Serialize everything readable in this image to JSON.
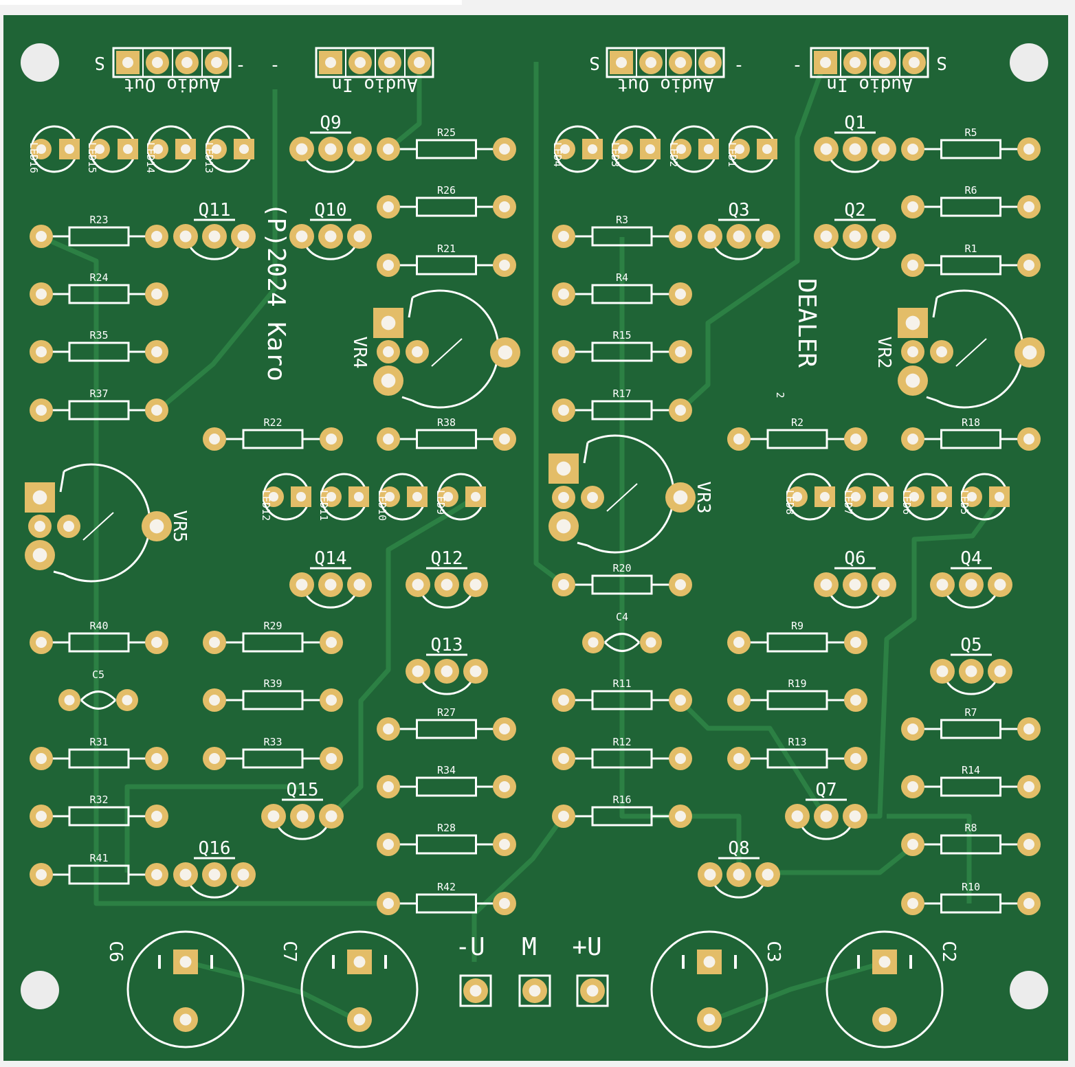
{
  "board": {
    "colors": {
      "board": "#1f6436",
      "trace": "#2c8044",
      "pad": "#e3bd68",
      "drill": "#f6f2ea",
      "silk": "#ffffff",
      "hole": "#ececec"
    },
    "credit": "(P)2024 Karo",
    "product": "DEALER",
    "product_sub": "2",
    "power": {
      "minus": "-U",
      "mid": "M",
      "plus": "+U"
    }
  },
  "connectors": [
    {
      "id": "j-audio-out-left",
      "title": "Audio Out",
      "s": "S",
      "minus": "-"
    },
    {
      "id": "j-audio-in-left",
      "title": "Audio In",
      "s": "",
      "minus": "-"
    },
    {
      "id": "j-audio-out-right",
      "title": "Audio Out",
      "s": "S",
      "minus": "-"
    },
    {
      "id": "j-audio-in-right",
      "title": "Audio In",
      "s": "S",
      "minus": "-"
    }
  ],
  "resistors": [
    "R1",
    "R2",
    "R3",
    "R4",
    "R5",
    "R6",
    "R7",
    "R8",
    "R9",
    "R10",
    "R11",
    "R12",
    "R13",
    "R14",
    "R15",
    "R16",
    "R17",
    "R18",
    "R19",
    "R20",
    "R21",
    "R22",
    "R23",
    "R24",
    "R25",
    "R26",
    "R27",
    "R28",
    "R29",
    "R31",
    "R32",
    "R33",
    "R34",
    "R35",
    "R37",
    "R38",
    "R39",
    "R40",
    "R41",
    "R42"
  ],
  "transistors": [
    "Q1",
    "Q2",
    "Q3",
    "Q4",
    "Q5",
    "Q6",
    "Q7",
    "Q8",
    "Q9",
    "Q10",
    "Q11",
    "Q12",
    "Q13",
    "Q14",
    "Q15",
    "Q16"
  ],
  "leds": [
    "LED1",
    "LED2",
    "LED3",
    "LED4",
    "LED5",
    "LED6",
    "LED7",
    "LED8",
    "LED9",
    "LED10",
    "LED11",
    "LED12",
    "LED13",
    "LED14",
    "LED15",
    "LED16"
  ],
  "pots": [
    "VR2",
    "VR3",
    "VR4",
    "VR5"
  ],
  "capacitors": [
    "C2",
    "C3",
    "C4",
    "C5",
    "C6",
    "C7"
  ]
}
